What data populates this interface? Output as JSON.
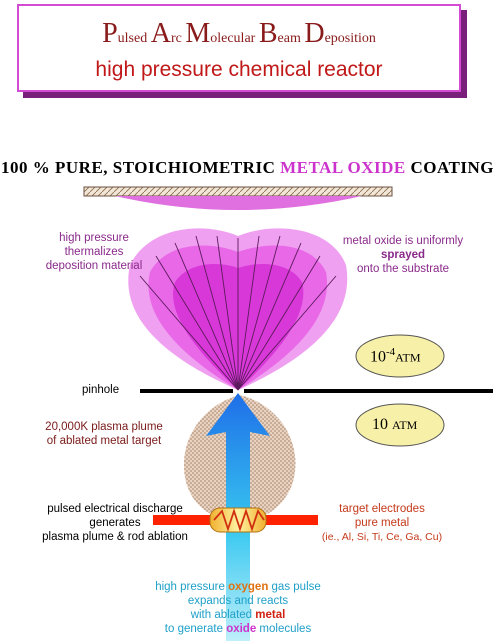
{
  "title": {
    "line1": [
      {
        "initial": "P",
        "rest": "ulsed "
      },
      {
        "initial": "A",
        "rest": "rc "
      },
      {
        "initial": "M",
        "rest": "olecular "
      },
      {
        "initial": "B",
        "rest": "eam "
      },
      {
        "initial": "D",
        "rest": "eposition"
      }
    ],
    "line2": "high pressure chemical reactor"
  },
  "headline": {
    "prefix": "100 % PURE, STOICHIOMETRIC ",
    "accent": "METAL OXIDE",
    "suffix": " COATING"
  },
  "labels": {
    "thermalizes": [
      "high pressure",
      "thermalizes",
      "deposition material"
    ],
    "sprayed_pre": "metal oxide is uniformly",
    "sprayed_bold": "sprayed",
    "sprayed_post": "onto the substrate",
    "pinhole": "pinhole",
    "plume": [
      "20,000K plasma plume",
      "of ablated metal target"
    ],
    "discharge": [
      "pulsed electrical discharge",
      "generates",
      "plasma plume & rod ablation"
    ],
    "electrodes": [
      "target electrodes",
      "pure metal",
      "(ie., Al, Si, Ti, Ce, Ga, Cu)"
    ],
    "gas_line1_pre": "high pressure ",
    "gas_line1_bold": "oxygen",
    "gas_line1_post": " gas pulse",
    "gas_line2": "expands and reacts",
    "gas_line3_pre": "with ablated ",
    "gas_line3_bold": "metal",
    "gas_line4_pre": "to generate ",
    "gas_line4_bold": "oxide",
    "gas_line4_post": " molecules"
  },
  "pressure": {
    "low_base": "10",
    "low_exp": "-4",
    "low_unit": "ATM",
    "high_value": "10",
    "high_unit": "ATM"
  },
  "colors": {
    "title_border": "#d24bd2",
    "title_shadow": "#7a1f7a",
    "plume_magenta": "#e040e0",
    "arrow_blue": "#1e7ee8",
    "electrode_red": "#ff2200",
    "ellipse_yellow": "#f7f0a8"
  }
}
